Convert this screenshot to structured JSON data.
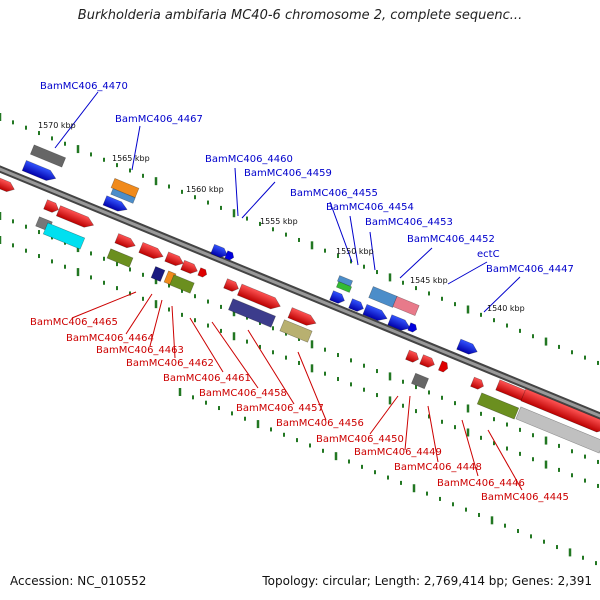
{
  "title": "Burkholderia ambifaria MC40-6 chromosome 2, complete sequenc...",
  "footer": {
    "accession": "Accession: NC_010552",
    "summary": "Topology: circular; Length: 2,769,414 bp; Genes: 2,391"
  },
  "colors": {
    "backbone": "#777777",
    "forward_label": "#0000cc",
    "reverse_label": "#cc0000",
    "tick": "#227722"
  },
  "scale_labels": [
    "1570 kbp",
    "1565 kbp",
    "1560 kbp",
    "1555 kbp",
    "1550 kbp",
    "1545 kbp",
    "1540 kbp"
  ],
  "forward_gene_labels": [
    "BamMC406_4470",
    "BamMC406_4467",
    "BamMC406_4460",
    "BamMC406_4459",
    "BamMC406_4455",
    "BamMC406_4454",
    "BamMC406_4453",
    "BamMC406_4452",
    "ectC",
    "BamMC406_4447"
  ],
  "reverse_gene_labels": [
    "BamMC406_4465",
    "BamMC406_4464",
    "BamMC406_4463",
    "BamMC406_4462",
    "BamMC406_4461",
    "BamMC406_4458",
    "BamMC406_4457",
    "BamMC406_4456",
    "BamMC406_4450",
    "BamMC406_4449",
    "BamMC406_4448",
    "BamMC406_4446",
    "BamMC406_4445"
  ]
}
